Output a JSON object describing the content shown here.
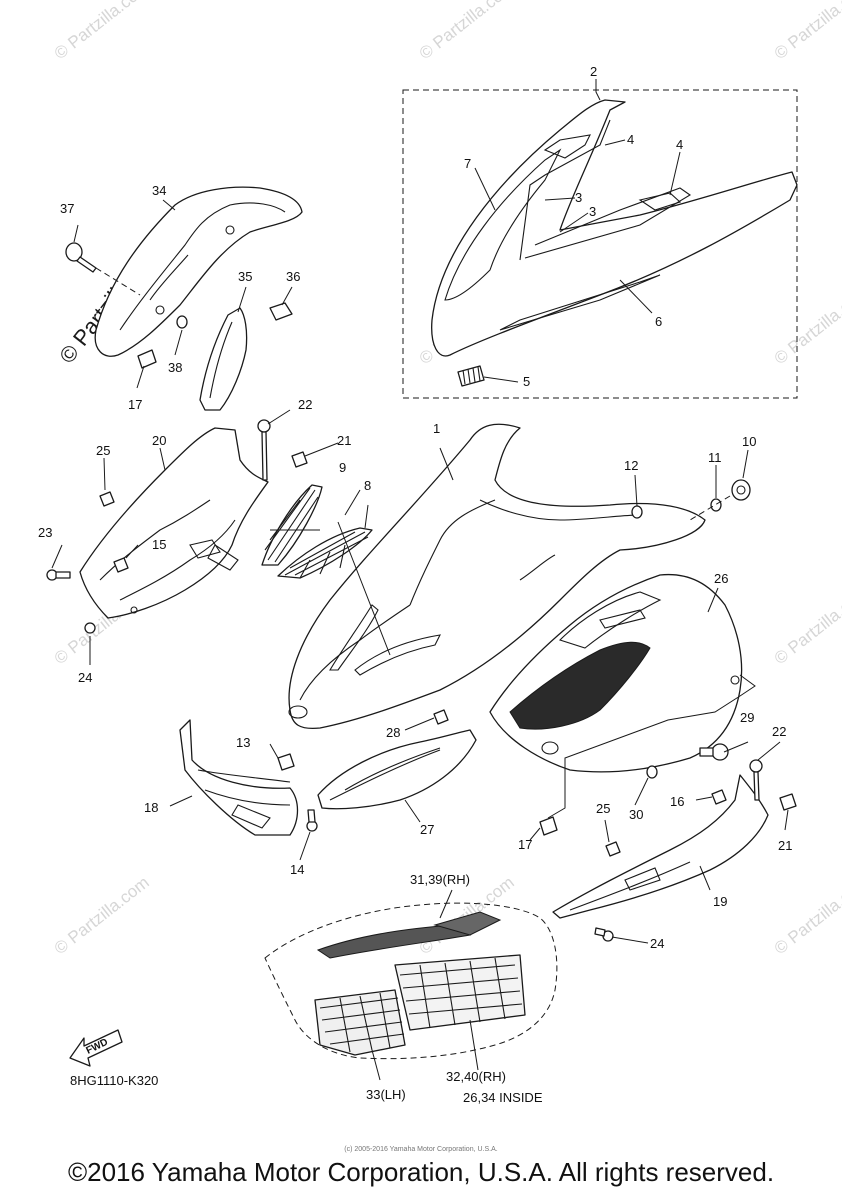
{
  "callouts": {
    "c1": "1",
    "c2": "2",
    "c3a": "3",
    "c3b": "3",
    "c4a": "4",
    "c4b": "4",
    "c5": "5",
    "c6": "6",
    "c7": "7",
    "c8": "8",
    "c9": "9",
    "c10": "10",
    "c11": "11",
    "c12": "12",
    "c13": "13",
    "c14": "14",
    "c15": "15",
    "c16": "16",
    "c17a": "17",
    "c17b": "17",
    "c18": "18",
    "c19": "19",
    "c20": "20",
    "c21a": "21",
    "c21b": "21",
    "c22a": "22",
    "c22b": "22",
    "c23": "23",
    "c24a": "24",
    "c24b": "24",
    "c25a": "25",
    "c25b": "25",
    "c26": "26",
    "c27": "27",
    "c28": "28",
    "c29": "29",
    "c30": "30",
    "c31": "31,39(RH)",
    "c32": "32,40(RH)",
    "c33": "33(LH)",
    "c34": "34",
    "c35": "35",
    "c36": "36",
    "c37": "37",
    "c38": "38"
  },
  "note_inside": "26,34 INSIDE",
  "fwd_label": "FWD",
  "diagram_code": "8HG1110-K320",
  "footer": "©2016 Yamaha Motor Corporation, U.S.A. All rights reserved.",
  "small_copyright": "(c) 2005-2016 Yamaha Motor Corporation, U.S.A.",
  "watermark": "© Partzilla.com",
  "watermark_big": "© Partzilla.com"
}
